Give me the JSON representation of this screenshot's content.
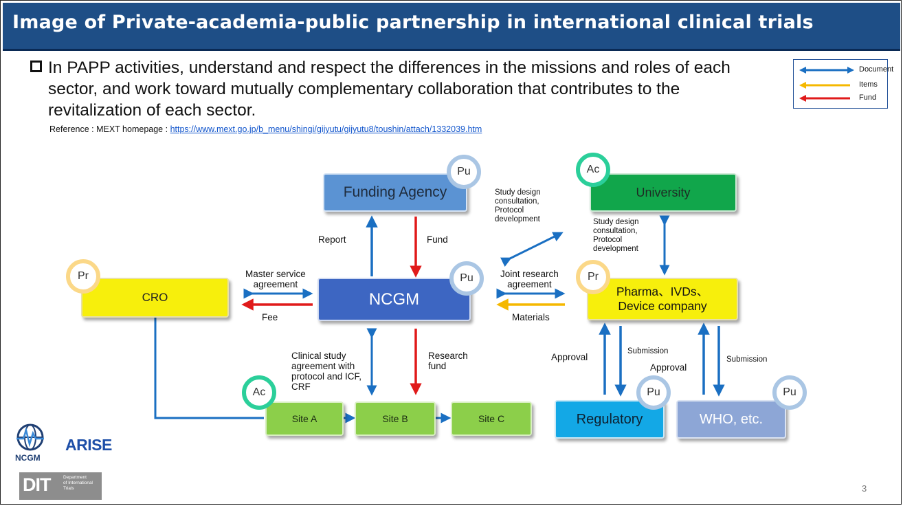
{
  "slide": {
    "title": "Image of Private-academia-public partnership in international clinical trials",
    "bullet_text": "In PAPP activities, understand and respect the differences in the missions and roles of each sector, and work toward mutually complementary collaboration that contributes to the revitalization of each sector.",
    "reference_prefix": "Reference : MEXT homepage : ",
    "reference_link": "https://www.mext.go.jp/b_menu/shingi/gijyutu/gijyutu8/toushin/attach/1332039.htm",
    "page_number": "3"
  },
  "legend": {
    "items": [
      {
        "label": "Document",
        "color": "#1a6fc2"
      },
      {
        "label": "Items",
        "color": "#f5b800"
      },
      {
        "label": "Fund",
        "color": "#e01a1a"
      }
    ]
  },
  "nodes": {
    "funding_agency": {
      "label": "Funding Agency",
      "badge": "Pu"
    },
    "university": {
      "label": "University",
      "badge": "Ac"
    },
    "ncgm": {
      "label": "NCGM",
      "badge": "Pu"
    },
    "cro": {
      "label": "CRO",
      "badge": "Pr"
    },
    "pharma_line1": "Pharma、IVDs、",
    "pharma_line2": "Device company",
    "pharma_badge": "Pr",
    "site_a": {
      "label": "Site A",
      "badge": "Ac"
    },
    "site_b": {
      "label": "Site B"
    },
    "site_c": {
      "label": "Site C"
    },
    "regulatory": {
      "label": "Regulatory",
      "badge": "Pu"
    },
    "who": {
      "label": "WHO, etc.",
      "badge": "Pu"
    }
  },
  "edge_labels": {
    "study_design_top": [
      "Study design",
      "consultation,",
      "Protocol",
      "development"
    ],
    "study_design_right": [
      "Study design",
      "consultation,",
      "Protocol",
      "development"
    ],
    "report": "Report",
    "fund": "Fund",
    "master_service": [
      "Master service",
      "agreement"
    ],
    "fee": "Fee",
    "joint_research": [
      "Joint research",
      "agreement"
    ],
    "materials": "Materials",
    "clinical_study": [
      "Clinical study",
      "agreement with",
      "protocol and ICF,",
      "CRF"
    ],
    "research_fund": [
      "Research",
      "fund"
    ],
    "approval_1": "Approval",
    "submission_1": "Submission",
    "approval_2": "Approval",
    "submission_2": "Submission"
  },
  "logos": {
    "ncgm": "NCGM",
    "arise": "ARISE",
    "dit_mark": "DIT",
    "dit_text": [
      "Department",
      "of International",
      "Trials"
    ]
  }
}
